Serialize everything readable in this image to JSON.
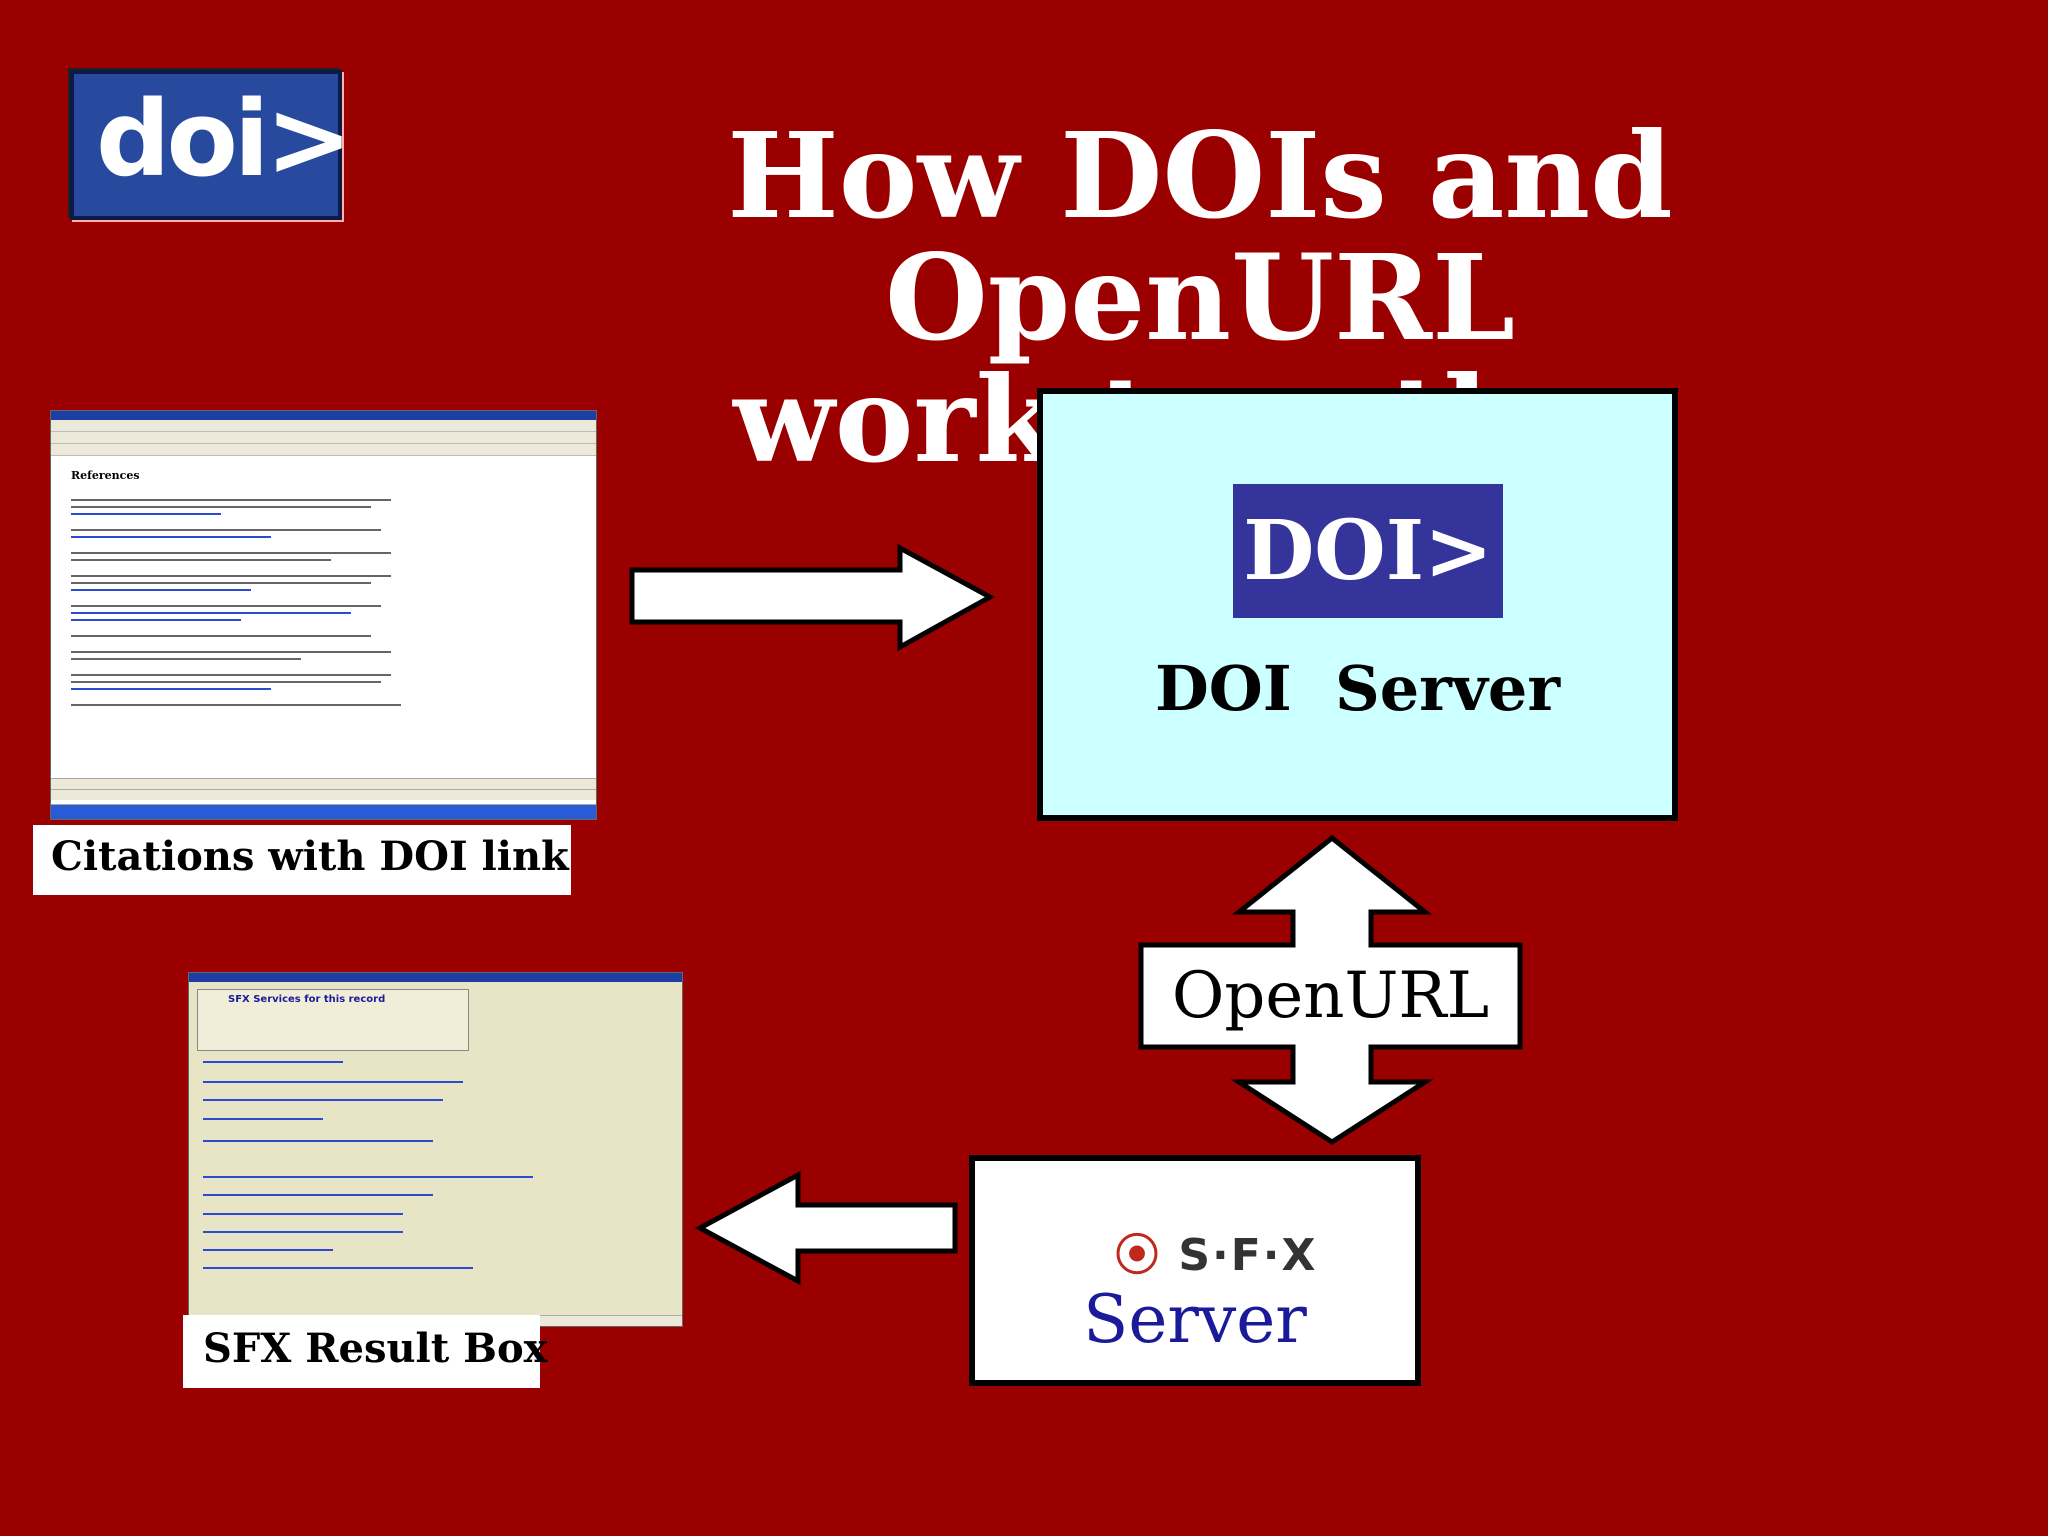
{
  "title_line1": "How DOIs and OpenURL",
  "title_line2": "work together",
  "logo_text": "doi>",
  "doi_badge": "DOI>",
  "doi_server_label": "DOI  Server",
  "openurl_label": "OpenURL",
  "sfx_logo_text": "S·F·X",
  "sfx_server_label": "Server",
  "caption_citations": "Citations with DOI link",
  "caption_sfx": "SFX Result Box",
  "screenshot1_heading": "References",
  "screenshot2_heading": "SFX Services for this record",
  "colors": {
    "background": "#9a0000",
    "doi_server_bg": "#ccffff",
    "doi_badge_bg": "#35349a",
    "sfx_text": "#1a1a9a"
  }
}
